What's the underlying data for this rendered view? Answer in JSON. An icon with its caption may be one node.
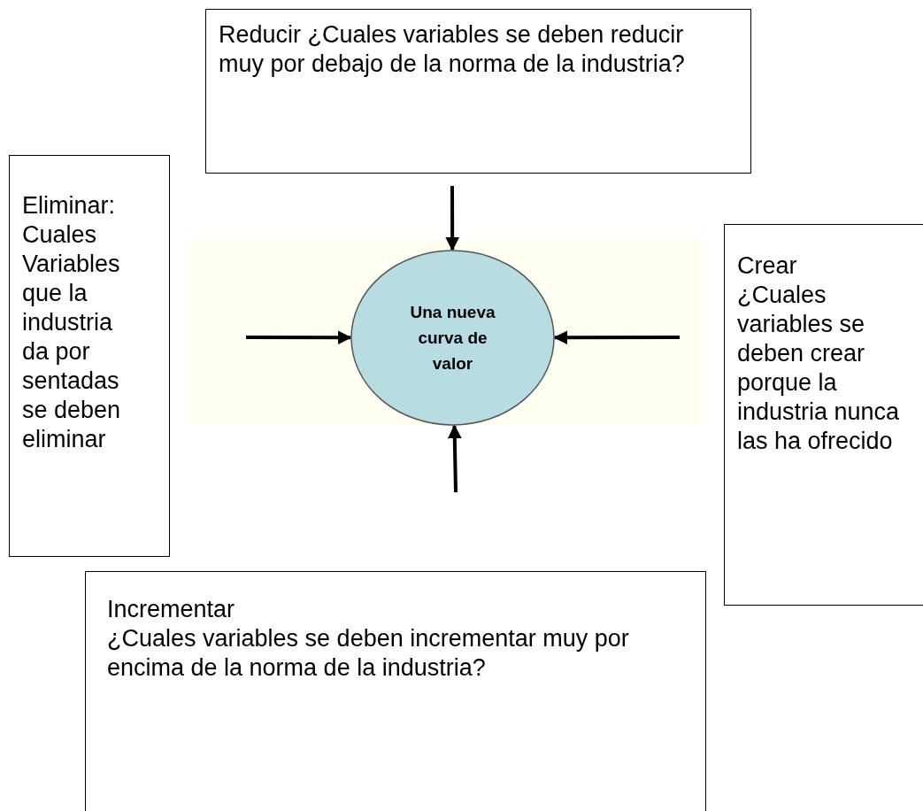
{
  "diagram": {
    "nodes": [
      {
        "text": [
          "Reducir ¿Cuales variables se deben reducir muy por debajo de la norma de la industria?"
        ]
      },
      {
        "text": [
          "Eliminar: Cuales Variables que la industria da por sentadas se deben eliminar"
        ]
      },
      {
        "text": [
          "Una nueva curva de valor"
        ]
      },
      {
        "text": [
          "Crear",
          "¿Cuales variables se deben crear porque la industria nunca las ha ofrecido"
        ]
      },
      {
        "text": [
          "Incrementar",
          "¿Cuales variables se deben incrementar muy por encima de la norma de la industria?"
        ]
      }
    ],
    "edges": [
      {
        "from": null,
        "to": 2,
        "arrow": "to"
      },
      {
        "from": null,
        "to": 2,
        "arrow": "to"
      },
      {
        "from": null,
        "to": 2,
        "arrow": "to"
      },
      {
        "from": null,
        "to": 2,
        "arrow": "to"
      }
    ]
  }
}
